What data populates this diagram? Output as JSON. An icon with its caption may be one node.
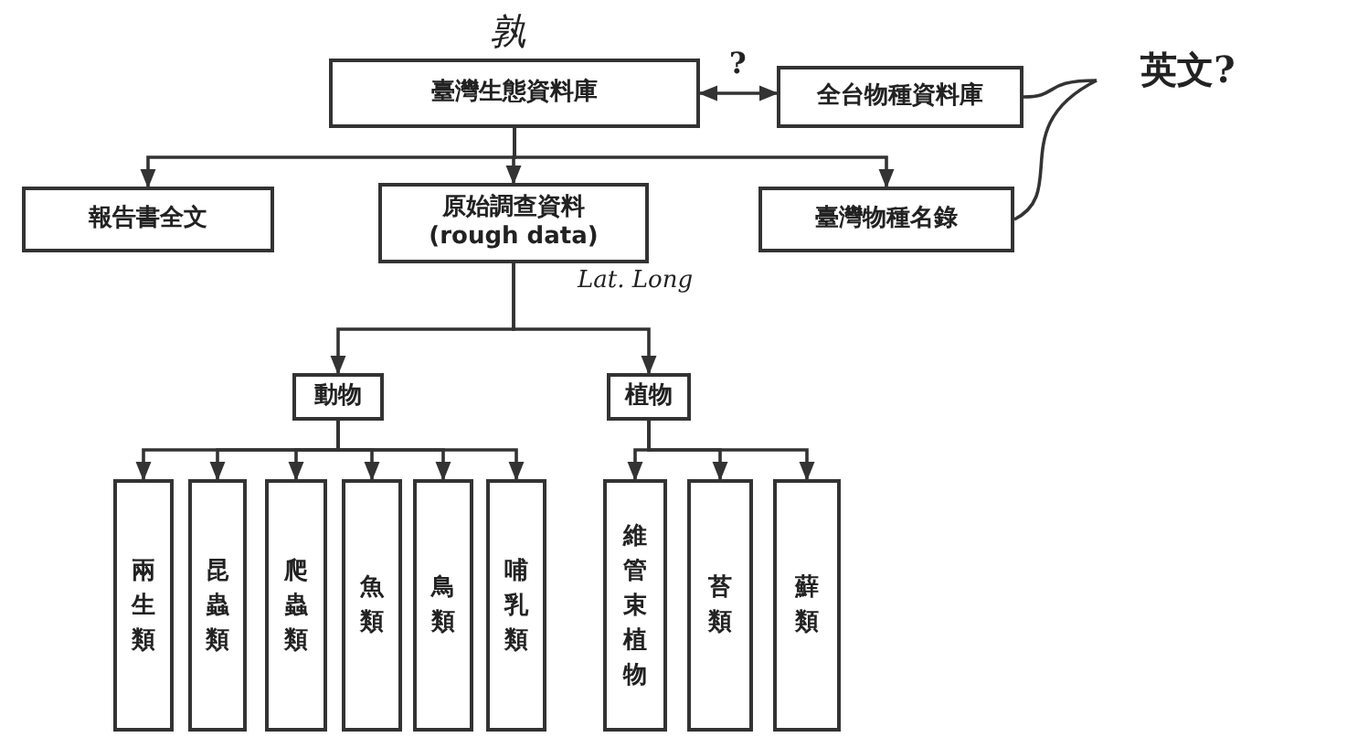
{
  "diagram": {
    "nodes": [
      {
        "text": [
          "臺灣生態資料庫"
        ],
        "beside": [
          "孰"
        ]
      },
      {
        "text": [
          "全台物種資料庫"
        ]
      },
      {
        "text": [
          "報告書全文"
        ]
      },
      {
        "text": [
          "原始調查資料 (rough data)"
        ]
      },
      {
        "text": [
          "臺灣物種名錄"
        ]
      },
      {
        "text": [
          "英文?"
        ]
      },
      {
        "text": [
          "動物"
        ]
      },
      {
        "text": [
          "植物"
        ]
      },
      {
        "text": [
          "兩生類"
        ]
      },
      {
        "text": [
          "昆蟲類"
        ]
      },
      {
        "text": [
          "爬蟲類"
        ]
      },
      {
        "text": [
          "魚類"
        ]
      },
      {
        "text": [
          "鳥類"
        ]
      },
      {
        "text": [
          "哺乳類"
        ]
      },
      {
        "text": [
          "維管束植物"
        ]
      },
      {
        "text": [
          "苔類"
        ]
      },
      {
        "text": [
          "蘚類"
        ]
      }
    ],
    "edges": [
      {
        "from": 0,
        "to": 1,
        "arrow": "both",
        "label": "?"
      },
      {
        "from": 0,
        "to": 2,
        "arrow": "to"
      },
      {
        "from": 0,
        "to": 3,
        "arrow": "to"
      },
      {
        "from": 0,
        "to": 4,
        "arrow": "to"
      },
      {
        "from": 1,
        "to": 5,
        "arrow": "none"
      },
      {
        "from": 4,
        "to": 5,
        "arrow": "none"
      },
      {
        "from": 3,
        "to": 6,
        "arrow": "to"
      },
      {
        "from": 3,
        "to": 7,
        "arrow": "to"
      },
      {
        "from": 6,
        "to": 8,
        "arrow": "to"
      },
      {
        "from": 6,
        "to": 9,
        "arrow": "to"
      },
      {
        "from": 6,
        "to": 10,
        "arrow": "to"
      },
      {
        "from": 6,
        "to": 11,
        "arrow": "to"
      },
      {
        "from": 6,
        "to": 12,
        "arrow": "to"
      },
      {
        "from": 6,
        "to": 13,
        "arrow": "to"
      },
      {
        "from": 7,
        "to": 14,
        "arrow": "to"
      },
      {
        "from": 7,
        "to": 15,
        "arrow": "to"
      },
      {
        "from": 7,
        "to": 16,
        "arrow": "to"
      }
    ],
    "labels": [
      "Lat. Long"
    ]
  }
}
